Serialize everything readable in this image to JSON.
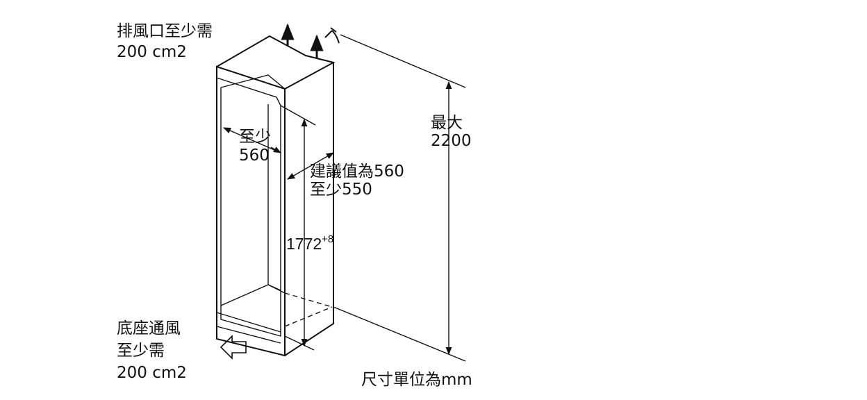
{
  "labels": {
    "exhaust_line1": "排風口至少需",
    "exhaust_line2": "200 cm2",
    "plinth_line1": "底座通風",
    "plinth_line2": "至少需",
    "plinth_line3": "200 cm2",
    "width_line1": "至少",
    "width_line2": "560",
    "depth_line1": "建議值為560",
    "depth_line2": "至少550",
    "niche_height": "1772",
    "niche_height_tolerance": "+8",
    "max_line1": "最大",
    "max_line2": "2200",
    "units_note": "尺寸單位為mm"
  },
  "icons": [
    "air-out-arrow-icon",
    "air-in-arrow-icon",
    "cut-mark-icon"
  ],
  "colors": {
    "line": "#111111",
    "background": "#ffffff"
  }
}
